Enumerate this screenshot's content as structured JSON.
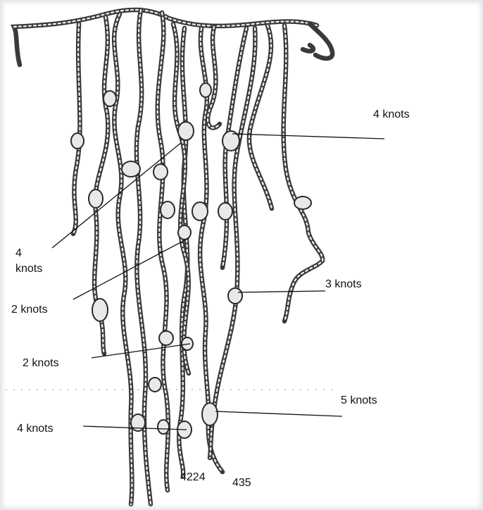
{
  "labels": {
    "top_right": "4 knots",
    "left_upper_line1": "4",
    "left_upper_line2": "knots",
    "left_middle": "2 knots",
    "left_lower": "2 knots",
    "right_middle": "3 knots",
    "right_lower": "5 knots",
    "left_bottom": "4 knots",
    "number_left": "4224",
    "number_right": "435"
  },
  "colors": {
    "cord": "#3a3a3a",
    "cord_highlight": "#f4f4f4",
    "knot_fill": "#e9e9e9",
    "text": "#111111"
  }
}
